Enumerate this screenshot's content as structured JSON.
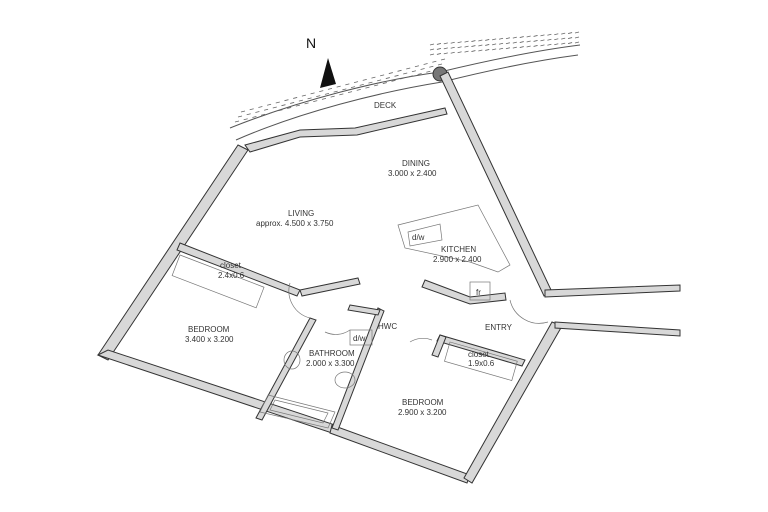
{
  "north_label": "N",
  "rooms": {
    "deck": {
      "name": "DECK"
    },
    "dining": {
      "name": "DINING",
      "size": "3.000 x 2.400"
    },
    "living": {
      "name": "LIVING",
      "size": "approx. 4.500 x 3.750"
    },
    "kitchen": {
      "name": "KITCHEN",
      "size": "2.900 x 2.400"
    },
    "closet1": {
      "name": "closet",
      "size": "2.4x0.6"
    },
    "bedroom1": {
      "name": "BEDROOM",
      "size": "3.400 x 3.200"
    },
    "bathroom": {
      "name": "BATHROOM",
      "size": "2.000 x 3.300"
    },
    "hwc": {
      "name": "HWC"
    },
    "entry": {
      "name": "ENTRY"
    },
    "closet2": {
      "name": "closet",
      "size": "1.9x0.6"
    },
    "bedroom2": {
      "name": "BEDROOM",
      "size": "2.900 x 3.200"
    }
  },
  "fixtures": {
    "dishwasher": "d/w",
    "washer": "d/w",
    "fridge": "fr"
  }
}
